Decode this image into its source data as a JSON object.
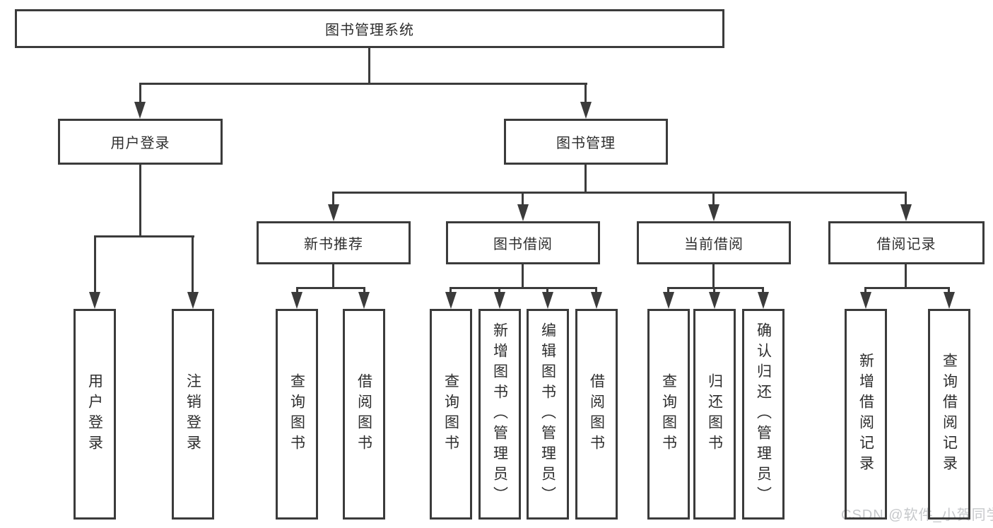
{
  "diagram": {
    "title": "图书管理系统",
    "root": {
      "label": "图书管理系统"
    },
    "level2": [
      {
        "label": "用户登录"
      },
      {
        "label": "图书管理"
      }
    ],
    "level3": [
      {
        "label": "新书推荐"
      },
      {
        "label": "图书借阅"
      },
      {
        "label": "当前借阅"
      },
      {
        "label": "借阅记录"
      }
    ],
    "leaves": {
      "user_login": [
        "用户登录",
        "注销登录"
      ],
      "new_book": [
        "查询图书",
        "借阅图书"
      ],
      "book_borrow": [
        "查询图书",
        "新增图书（管理员）",
        "编辑图书（管理员）",
        "借阅图书"
      ],
      "current_borrow": [
        "查询图书",
        "归还图书",
        "确认归还（管理员）"
      ],
      "borrow_record": [
        "新增借阅记录",
        "查询借阅记录"
      ]
    },
    "colors": {
      "line": "#3b3b3b",
      "text": "#2e2e2e",
      "background": "#ffffff",
      "watermark": "#c6c8cb"
    }
  },
  "watermark": {
    "text": "CSDN @软件_小贺同学"
  }
}
